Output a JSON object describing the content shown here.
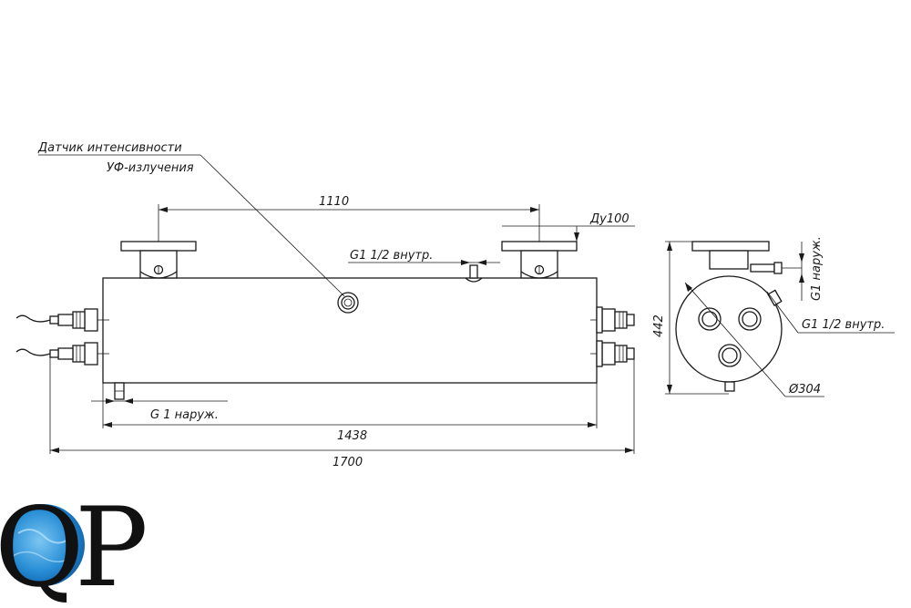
{
  "labels": {
    "sensor_line1": "Датчик интенсивности",
    "sensor_line2": "УФ-излучения",
    "dn": "Ду100",
    "g_half_top": "G1 1/2 внутр.",
    "g_outer_bottom": "G 1 наруж.",
    "g_outer_right": "G1 наруж.",
    "g_half_right": "G1 1/2 внутр.",
    "diameter": "Ø304"
  },
  "dimensions": {
    "d1110": "1110",
    "d1438": "1438",
    "d1700": "1700",
    "d442": "442"
  },
  "logo": {
    "q": "Q",
    "p": "P",
    "water_color": "#2a8fd6"
  }
}
